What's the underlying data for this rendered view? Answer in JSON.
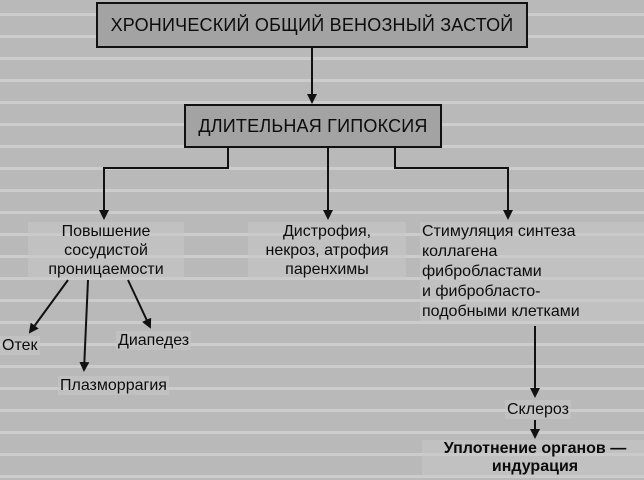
{
  "nodes": {
    "chronic": "ХРОНИЧЕСКИЙ ОБЩИЙ ВЕНОЗНЫЙ ЗАСТОЙ",
    "hypoxia": "ДЛИТЕЛЬНАЯ ГИПОКСИЯ",
    "permeability": "Повышение\nсосудистой\nпроницаемости",
    "dystrophy": "Дистрофия,\nнекроз, атрофия\nпаренхимы",
    "stimulation": "Стимуляция синтеза\nколлагена\nфибробластами\nи фибробласто-\nподобными клетками",
    "edema": "Отек",
    "diapedesis": "Диапедез",
    "plasmorrhagia": "Плазморрагия",
    "sclerosis": "Склероз",
    "induration": "Уплотнение органов —\nиндурация"
  }
}
